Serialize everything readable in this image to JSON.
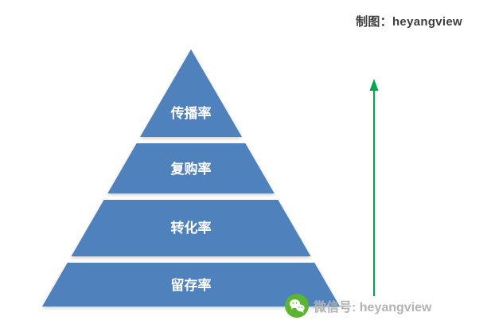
{
  "header": {
    "credit": "制图：heyangview"
  },
  "pyramid": {
    "type": "pyramid-diagram",
    "levels": [
      {
        "label": "传播率"
      },
      {
        "label": "复购率"
      },
      {
        "label": "转化率"
      },
      {
        "label": "留存率"
      }
    ],
    "fill_color": "#4f81bd"
  },
  "arrow": {
    "direction": "up",
    "color": "#00a651"
  },
  "footer": {
    "wechat_label": "微信号: heyangview",
    "wechat_icon_color": "#5bb531"
  }
}
